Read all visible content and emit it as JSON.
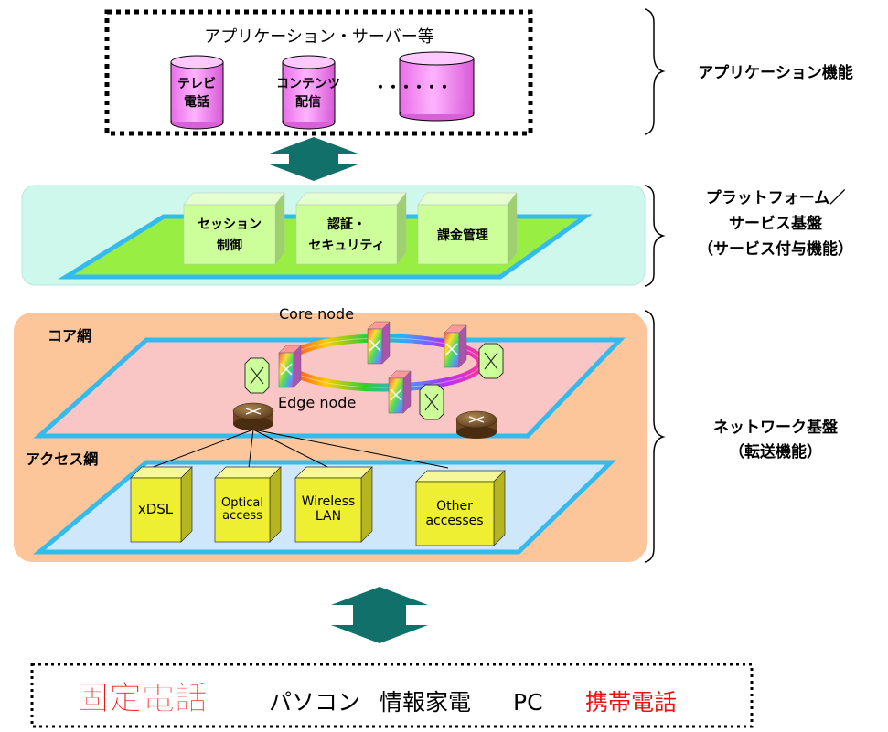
{
  "app_server": {
    "title": "アプリケーション・サーバー等",
    "cylinders": [
      {
        "line1": "テレビ",
        "line2": "電話"
      },
      {
        "line1": "コンテンツ",
        "line2": "配信"
      }
    ],
    "ellipsis": "・・・・・・"
  },
  "layers": {
    "application": "アプリケーション機能",
    "platform_line1": "プラットフォーム／",
    "platform_line2": "サービス基盤",
    "platform_line3": "（サービス付与機能）",
    "network_line1": "ネットワーク基盤",
    "network_line2": "（転送機能）"
  },
  "platform": {
    "boxes": [
      {
        "line1": "セッション",
        "line2": "制御"
      },
      {
        "line1": "認証・",
        "line2": "セキュリティ"
      },
      {
        "line1": "課金管理",
        "line2": ""
      }
    ]
  },
  "network": {
    "core_label": "コア網",
    "access_label": "アクセス網",
    "core_node_label": "Core node",
    "edge_node_label": "Edge node",
    "access_boxes": [
      {
        "line1": "xDSL",
        "line2": ""
      },
      {
        "line1": "Optical",
        "line2": "access"
      },
      {
        "line1": "Wireless",
        "line2": "LAN"
      },
      {
        "line1": "Other",
        "line2": "accesses"
      }
    ]
  },
  "terminals": {
    "fixed_phone": "固定電話",
    "pc_jp": "パソコン",
    "appliances": "情報家電",
    "pc": "PC",
    "mobile": "携帯電話"
  },
  "colors": {
    "cylinder": "#f08cf0",
    "platform_bg": "#cef8ec",
    "platform_plane": "#99ee44",
    "plane_border": "#33bbee",
    "green_box": "#ccff99",
    "network_bg": "#fcc69a",
    "core_plane": "#f9c5c5",
    "access_plane": "#cfe7fb",
    "access_box": "#eeee33",
    "arrow": "#11706a",
    "red_text": "#ee1111"
  }
}
